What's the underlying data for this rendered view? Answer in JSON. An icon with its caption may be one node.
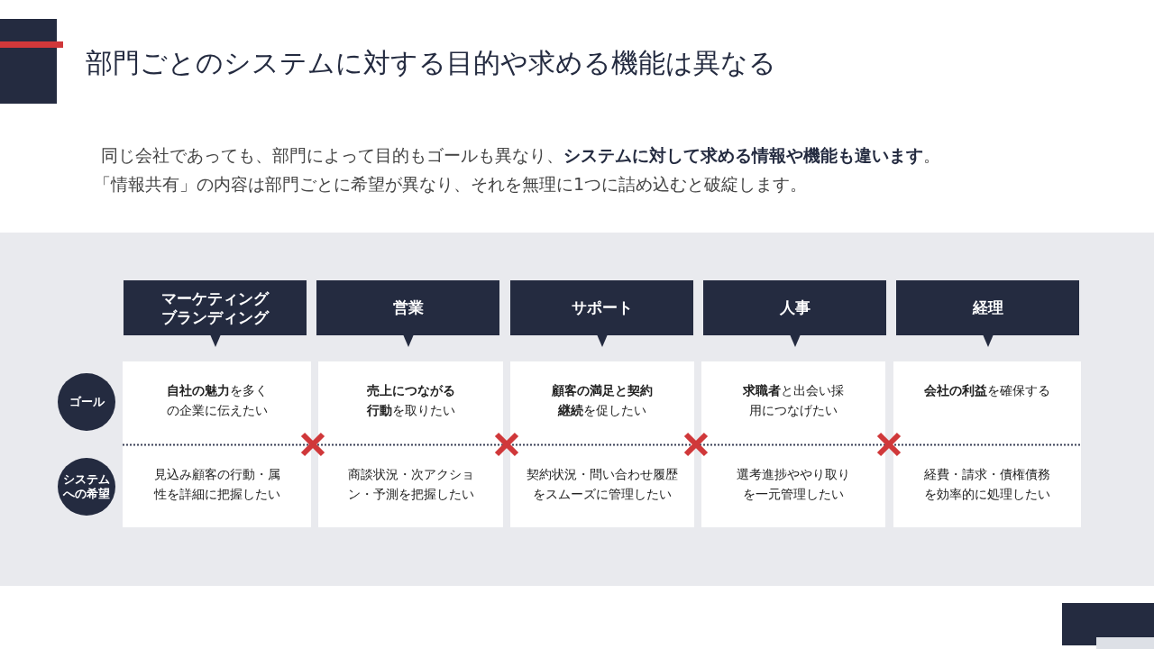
{
  "diagram": {
    "title": "部門ごとのシステムに対する目的や求める機能は異なる",
    "nodes": [
      {
        "text": [
          "マーケティングブランディング"
        ]
      },
      {
        "text": [
          "営業"
        ]
      },
      {
        "text": [
          "サポート"
        ]
      },
      {
        "text": [
          "人事"
        ]
      },
      {
        "text": [
          "経理"
        ]
      },
      {
        "text": [
          "**自社の魅力**を多くの企業に伝えたい",
          "見込み顧客の行動・属性を詳細に把握したい"
        ]
      },
      {
        "text": [
          "**売上につながる行動**を取りたい",
          "商談状況・次アクション・予測を把握したい"
        ]
      },
      {
        "text": [
          "**顧客の満足と契約継続**を促したい",
          "契約状況・問い合わせ履歴をスムーズに管理したい"
        ]
      },
      {
        "text": [
          "**求職者**と出会い採用につなげたい",
          "選考進捗ややり取りを一元管理したい"
        ]
      },
      {
        "text": [
          "**会社の利益**を確保する",
          "経費・請求・債権債務を効率的に処理したい"
        ]
      },
      {
        "text": [
          "ゴール"
        ]
      },
      {
        "text": [
          "システムへの希望"
        ]
      }
    ],
    "edges": [],
    "labels": [
      "同じ会社であっても、部門によって目的もゴールも異なり、**システムに対して求める情報や機能も違います**。",
      "「情報共有」の内容は部門ごとに希望が異なり、それを無理に1つに詰め込むと破綻します。"
    ]
  }
}
